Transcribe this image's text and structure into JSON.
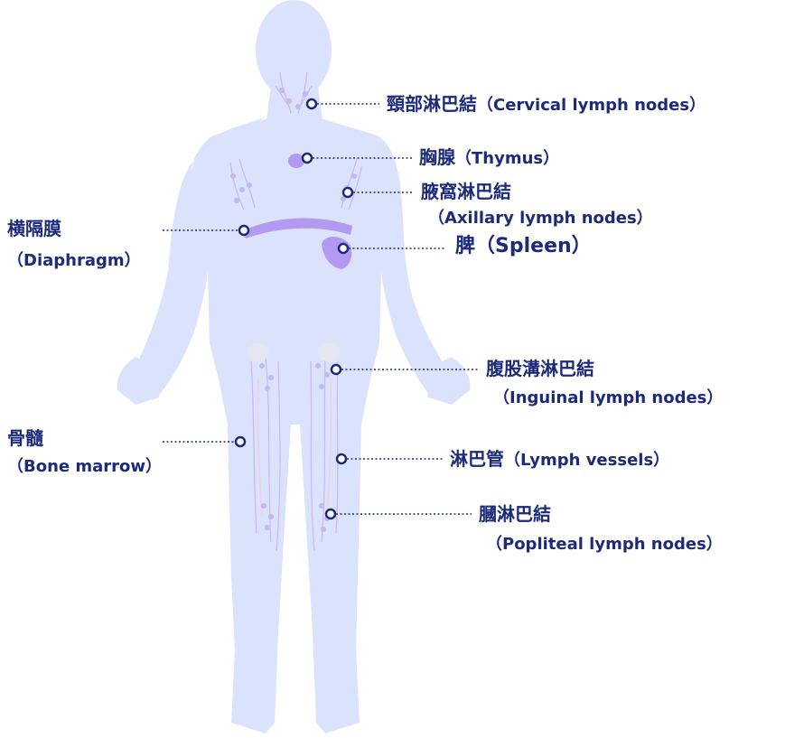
{
  "colors": {
    "body": "#dbe2fb",
    "organ": "#b39af0",
    "lymph_node": "#c6b6f2",
    "vessel": "#e8c7d6",
    "text": "#1c2a7a",
    "leader": "#1c2a7a"
  },
  "labels": {
    "cervical": {
      "ja": "頸部淋巴結",
      "en": "（Cervical lymph nodes）"
    },
    "thymus": {
      "ja": "胸腺",
      "en": "（Thymus）"
    },
    "axillary": {
      "ja": "腋窩淋巴結",
      "en": "（Axillary lymph nodes）"
    },
    "diaphragm": {
      "ja": "横隔膜",
      "en": "（Diaphragm）"
    },
    "spleen": {
      "ja": "脾",
      "en": "（Spleen）"
    },
    "inguinal": {
      "ja": "腹股溝淋巴結",
      "en": "（Inguinal lymph nodes）"
    },
    "bone_marrow": {
      "ja": "骨髓",
      "en": "（Bone marrow）"
    },
    "lymph_vessels": {
      "ja": "淋巴管",
      "en": "（Lymph vessels）"
    },
    "popliteal": {
      "ja": "膕淋巴結",
      "en": "（Popliteal lymph nodes）"
    }
  }
}
